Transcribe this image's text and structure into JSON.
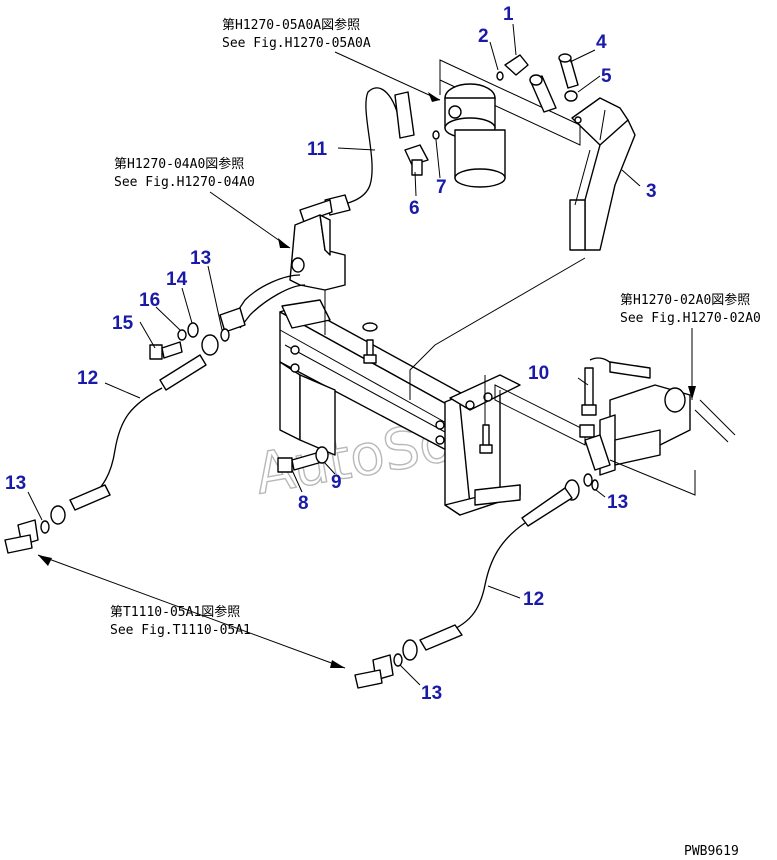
{
  "references": [
    {
      "id": "ref-h1270-05a0a",
      "jp": "第H1270-05A0A図参照",
      "en": "See Fig.H1270-05A0A"
    },
    {
      "id": "ref-h1270-04a0",
      "jp": "第H1270-04A0図参照",
      "en": "See Fig.H1270-04A0"
    },
    {
      "id": "ref-h1270-02a0",
      "jp": "第H1270-02A0図参照",
      "en": "See Fig.H1270-02A0"
    },
    {
      "id": "ref-t1110-05a1",
      "jp": "第T1110-05A1図参照",
      "en": "See Fig.T1110-05A1"
    }
  ],
  "callouts": {
    "c1": "1",
    "c2": "2",
    "c3": "3",
    "c4": "4",
    "c5": "5",
    "c6": "6",
    "c7": "7",
    "c8": "8",
    "c9": "9",
    "c10": "10",
    "c11": "11",
    "c12a": "12",
    "c12b": "12",
    "c13a": "13",
    "c13b": "13",
    "c13c": "13",
    "c13d": "13",
    "c14": "14",
    "c15": "15",
    "c16": "16"
  },
  "drawing_code": "PWB9619",
  "watermark": "AutoSoft",
  "colors": {
    "callout": "#1a1aa8",
    "line": "#000000",
    "watermark": "#b8b8b8"
  }
}
